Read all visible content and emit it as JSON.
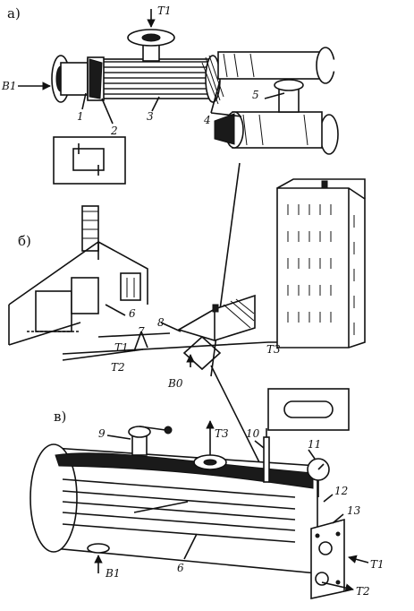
{
  "sections": {
    "a": "а)",
    "b": "б)",
    "v": "в)"
  },
  "labels": {
    "a": {
      "n1": "1",
      "n2": "2",
      "n3": "3",
      "n4": "4",
      "n5": "5",
      "t1": "Т1",
      "b1": "В1"
    },
    "b": {
      "n6": "6",
      "n7": "7",
      "n8": "8",
      "t1": "Т1",
      "t2": "Т2",
      "t3": "Т3",
      "b0": "В0"
    },
    "v": {
      "n6": "6",
      "n9": "9",
      "n10": "10",
      "n11": "11",
      "n12": "12",
      "n13": "13",
      "t3": "Т3",
      "b1": "В1",
      "t1": "Т1",
      "t2": "Т2"
    }
  }
}
